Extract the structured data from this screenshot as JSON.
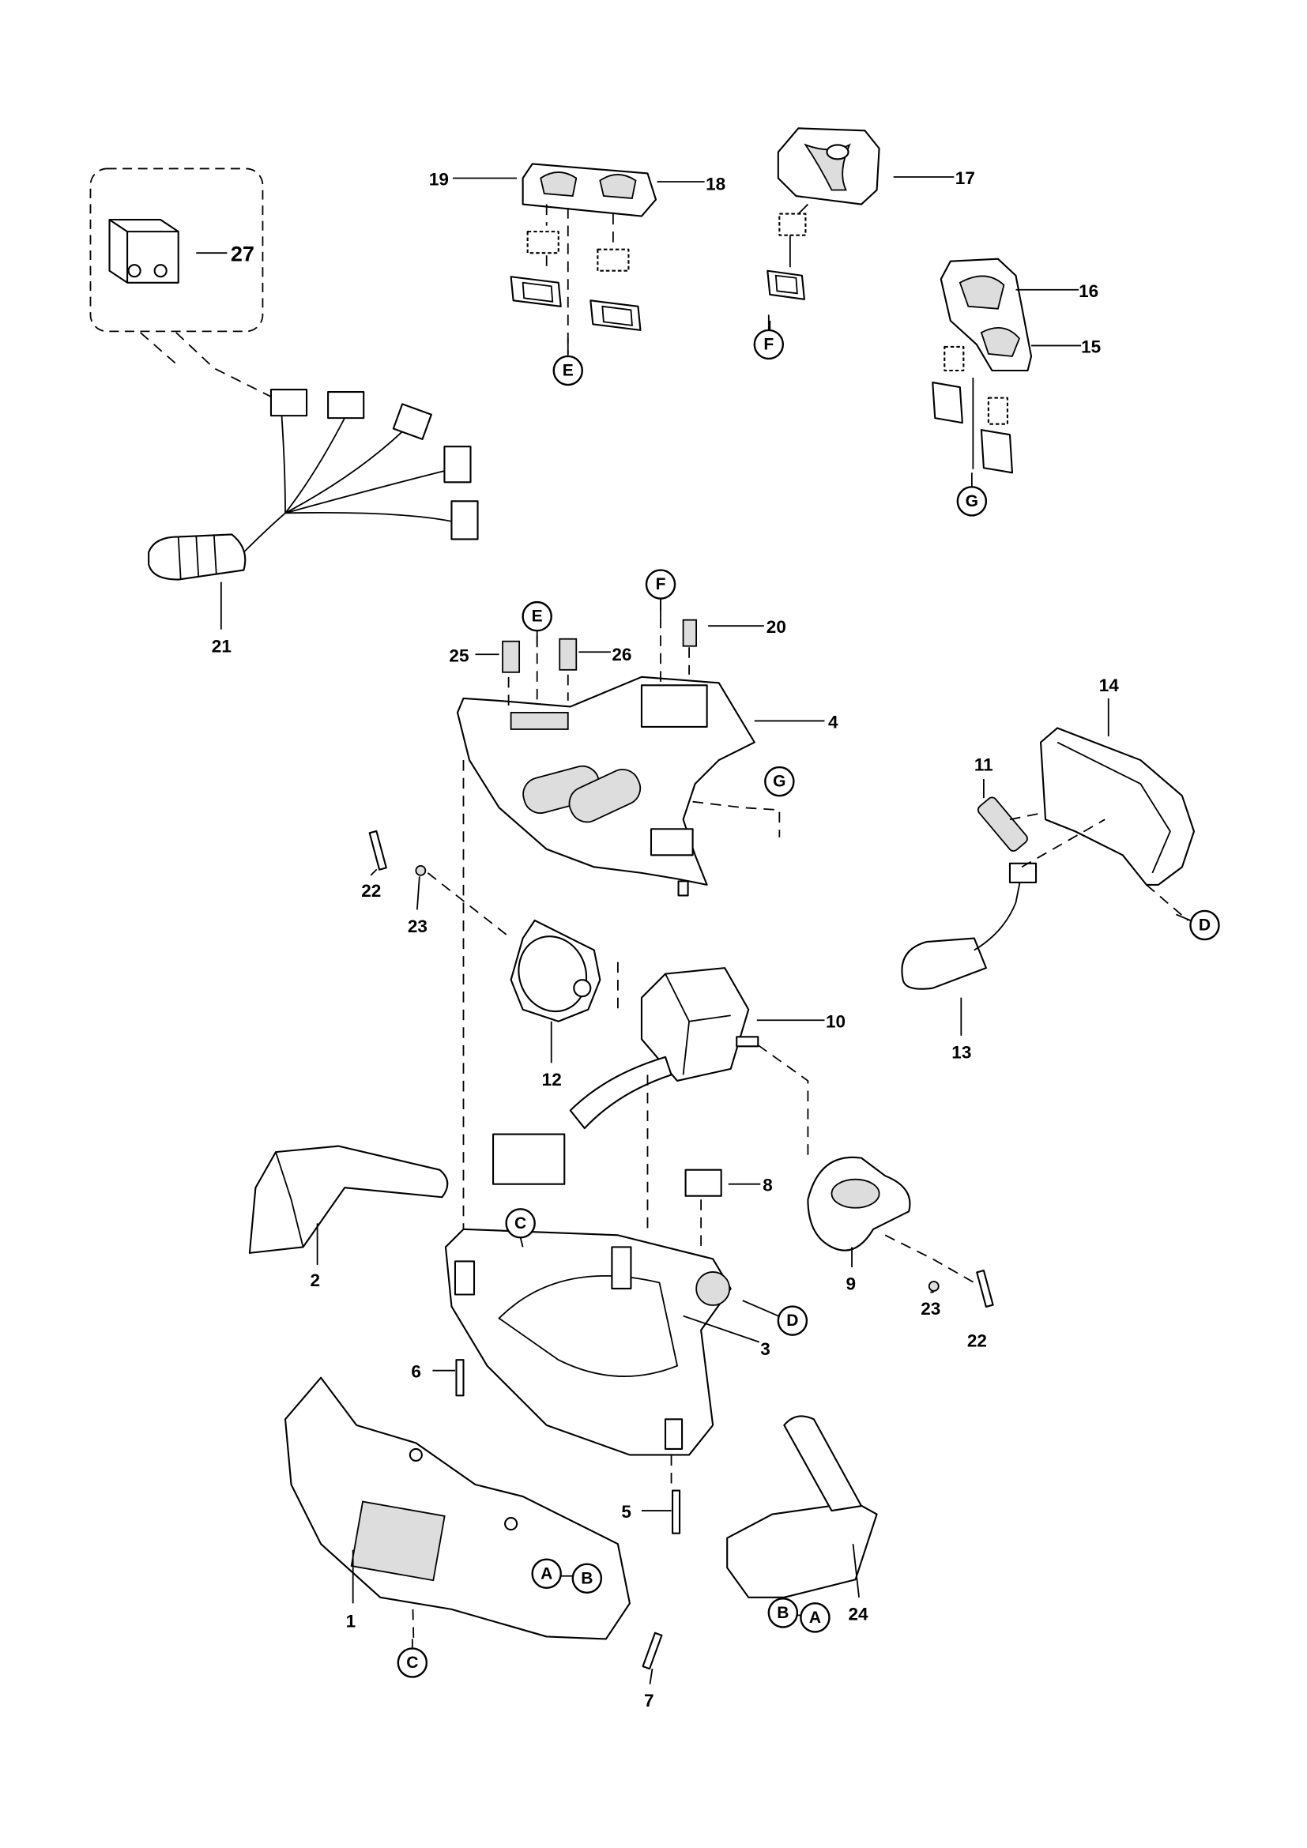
{
  "diagram": {
    "type": "exploded-parts-diagram",
    "part_numbers": [
      "1",
      "2",
      "3",
      "4",
      "5",
      "6",
      "7",
      "8",
      "9",
      "10",
      "11",
      "12",
      "13",
      "14",
      "15",
      "16",
      "17",
      "18",
      "19",
      "20",
      "21",
      "22",
      "23",
      "24",
      "25",
      "26",
      "27"
    ],
    "reference_letters": [
      "A",
      "B",
      "C",
      "D",
      "E",
      "F",
      "G"
    ],
    "extra_callouts": {
      "p22b": "22",
      "p23b": "23"
    }
  }
}
